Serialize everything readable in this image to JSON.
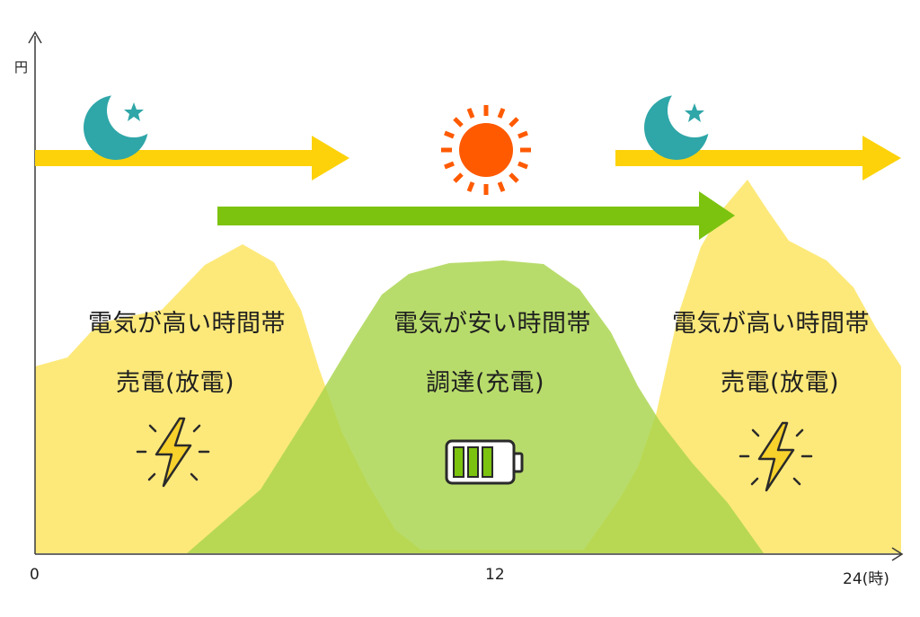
{
  "axis": {
    "y_unit": "円",
    "x_start": "0",
    "x_mid": "12",
    "x_end": "24(時)"
  },
  "zones": {
    "left": {
      "title": "電気が高い時間帯",
      "action": "売電(放電)",
      "icon": "lightning-icon"
    },
    "center": {
      "title": "電気が安い時間帯",
      "action": "調達(充電)",
      "icon": "battery-icon"
    },
    "right": {
      "title": "電気が高い時間帯",
      "action": "売電(放電)",
      "icon": "lightning-icon"
    }
  },
  "icons": {
    "moon_left": "moon-star-icon",
    "sun": "sun-icon",
    "moon_right": "moon-star-icon"
  },
  "colors": {
    "price_fill": "#fde97a",
    "solar_fill": "#a8d44a",
    "arrow_yellow": "#fdd20a",
    "arrow_green": "#7cc30f",
    "sun": "#ff5a00",
    "moon": "#2fa6a8",
    "bolt": "#f7d12c"
  }
}
